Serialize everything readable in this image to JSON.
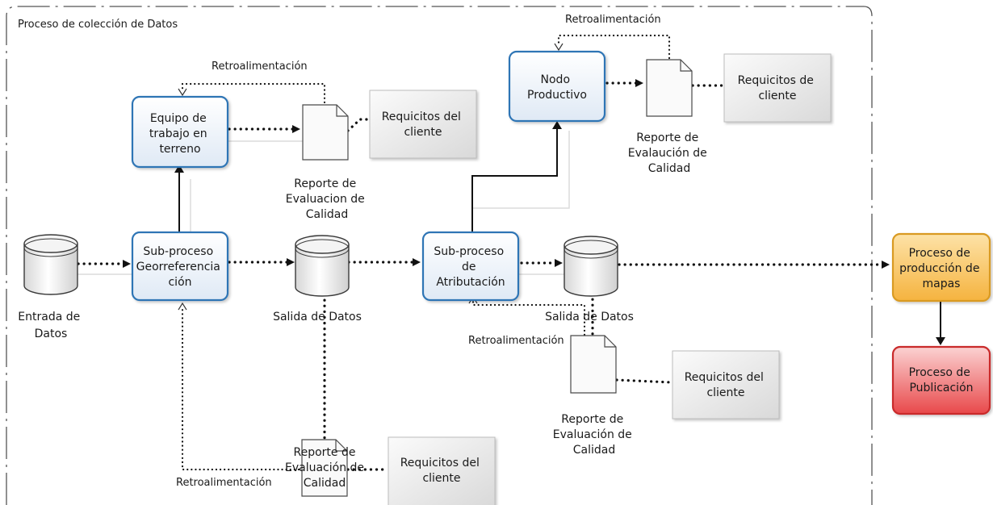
{
  "container": {
    "title": "Proceso de colección de Datos"
  },
  "inputs": {
    "entrada": "Entrada de Datos"
  },
  "processes": {
    "equipo": "Equipo de trabajo en terreno",
    "georref": "Sub-proceso Georreferencia ción",
    "atrib": "Sub-proceso de Atributación",
    "nodo": "Nodo Productivo",
    "produccion": "Proceso de producción de mapas",
    "publicacion": "Proceso de Publicación"
  },
  "outputs": {
    "salida1": "Salida de Datos",
    "salida2": "Salida de Datos"
  },
  "reports": {
    "rep1": "Reporte de Evaluacion de Calidad",
    "rep2": "Reporte de Evaluación de Calidad",
    "rep3": "Reporte de Evaluación de Calidad",
    "rep4": "Reporte de Evalaución de Calidad"
  },
  "requirements": {
    "req1": "Requicitos del cliente",
    "req2": "Requicitos del cliente",
    "req3": "Requicitos del cliente",
    "req4": "Requicitos de cliente"
  },
  "feedback": {
    "fb1": "Retroalimentación",
    "fb2": "Retroalimentación",
    "fb3": "Retroalimentación",
    "fb4": "Retroalimentación"
  },
  "colors": {
    "process_border": "#2e74b5",
    "production_fill": "#f5b33f",
    "publication_fill": "#e8484a"
  }
}
